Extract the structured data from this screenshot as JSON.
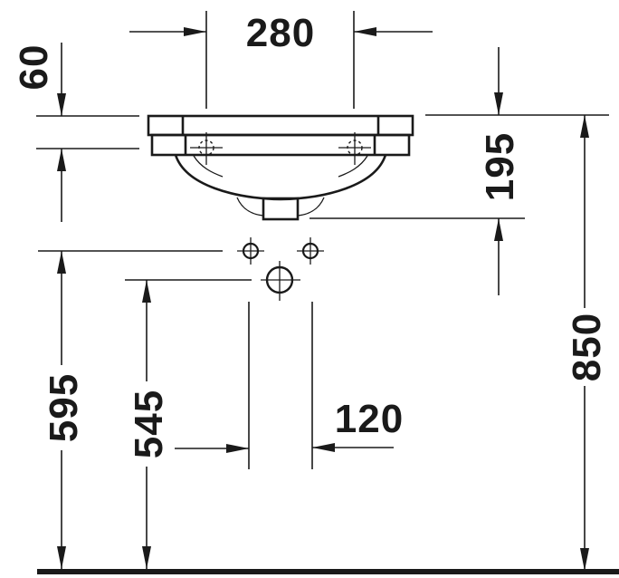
{
  "diagram": {
    "type": "technical-dimension-drawing",
    "subject": "wall-hung wash basin, front elevation",
    "units": "mm",
    "colors": {
      "line": "#1a1a1a",
      "background": "#ffffff"
    },
    "dimensions": {
      "tap_hole_spacing": {
        "label": "280",
        "orientation": "horizontal"
      },
      "rim_thickness": {
        "label": "60",
        "orientation": "vertical"
      },
      "bowl_depth": {
        "label": "195",
        "orientation": "vertical"
      },
      "rim_height": {
        "label": "850",
        "orientation": "vertical"
      },
      "supply_height": {
        "label": "595",
        "orientation": "vertical"
      },
      "waste_height": {
        "label": "545",
        "orientation": "vertical"
      },
      "waste_connection_width": {
        "label": "120",
        "orientation": "horizontal"
      }
    },
    "symbols": [
      {
        "name": "supply-left",
        "shape": "crosshair-circle"
      },
      {
        "name": "supply-right",
        "shape": "crosshair-circle"
      },
      {
        "name": "waste-outlet",
        "shape": "crosshair-circle"
      }
    ]
  }
}
